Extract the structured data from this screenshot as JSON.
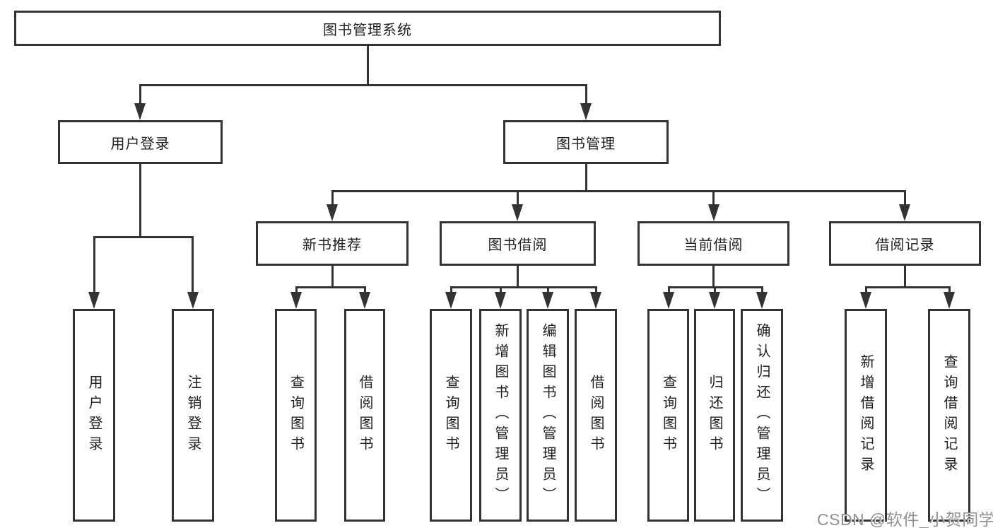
{
  "diagram": {
    "root": {
      "label": "图书管理系统"
    },
    "level2": [
      {
        "label": "用户登录"
      },
      {
        "label": "图书管理"
      }
    ],
    "level3": [
      {
        "label": "新书推荐"
      },
      {
        "label": "图书借阅"
      },
      {
        "label": "当前借阅"
      },
      {
        "label": "借阅记录"
      }
    ],
    "leaves": [
      {
        "label": "用户登录"
      },
      {
        "label": "注销登录"
      },
      {
        "label": "查询图书"
      },
      {
        "label": "借阅图书"
      },
      {
        "label": "查询图书"
      },
      {
        "label": "新增图书（管理员）"
      },
      {
        "label": "编辑图书（管理员）"
      },
      {
        "label": "借阅图书"
      },
      {
        "label": "查询图书"
      },
      {
        "label": "归还图书"
      },
      {
        "label": "确认归还（管理员）"
      },
      {
        "label": "新增借阅记录"
      },
      {
        "label": "查询借阅记录"
      }
    ]
  },
  "watermark": {
    "text": "CSDN @软件_小贺同学"
  },
  "colors": {
    "line": "#333333",
    "box_border": "#333333",
    "text": "#1f1f1f",
    "background": "#ffffff",
    "watermark": "#949090"
  }
}
